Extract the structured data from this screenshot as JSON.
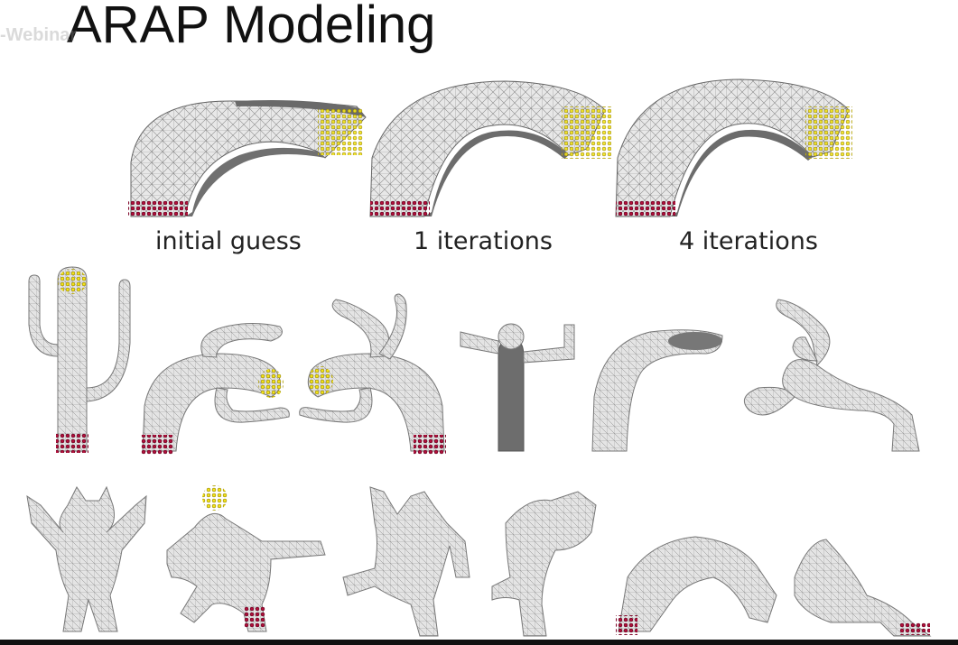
{
  "title": "ARAP Modeling",
  "watermark": "-Webinar",
  "captions": {
    "initial": "initial guess",
    "iter1": "1 iterations",
    "iter4": "4 iterations"
  },
  "colors": {
    "mesh_fill": "#e6e6e6",
    "mesh_line": "#8a8a8a",
    "shadow": "#6e6e6e",
    "fixed_handle": "#b0103a",
    "moved_handle": "#f2e21b"
  }
}
